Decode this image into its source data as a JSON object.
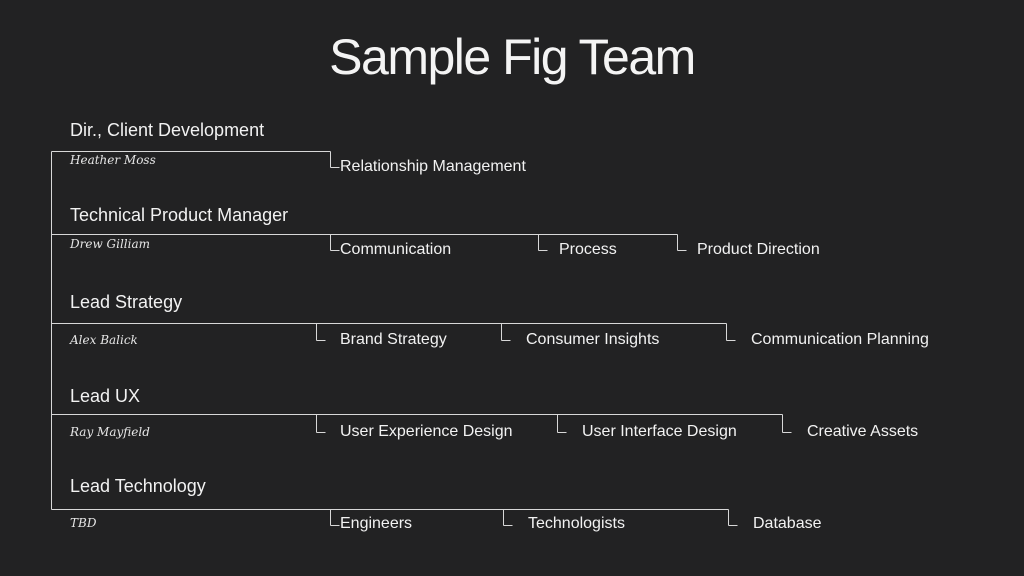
{
  "title": "Sample Fig Team",
  "colors": {
    "background": "#222223",
    "text": "#f2f2f2",
    "lines": "#d8d8d8"
  },
  "team": [
    {
      "role": "Dir., Client Development",
      "person": "Heather Moss",
      "responsibilities": [
        "Relationship Management"
      ]
    },
    {
      "role": "Technical Product Manager",
      "person": "Drew Gilliam",
      "responsibilities": [
        "Communication",
        "Process",
        "Product Direction"
      ]
    },
    {
      "role": "Lead Strategy",
      "person": "Alex Balick",
      "responsibilities": [
        "Brand Strategy",
        "Consumer Insights",
        "Communication Planning"
      ]
    },
    {
      "role": "Lead UX",
      "person": "Ray Mayfield",
      "responsibilities": [
        "User Experience Design",
        "User Interface Design",
        "Creative Assets"
      ]
    },
    {
      "role": "Lead Technology",
      "person": "TBD",
      "responsibilities": [
        "Engineers",
        "Technologists",
        "Database"
      ]
    }
  ]
}
